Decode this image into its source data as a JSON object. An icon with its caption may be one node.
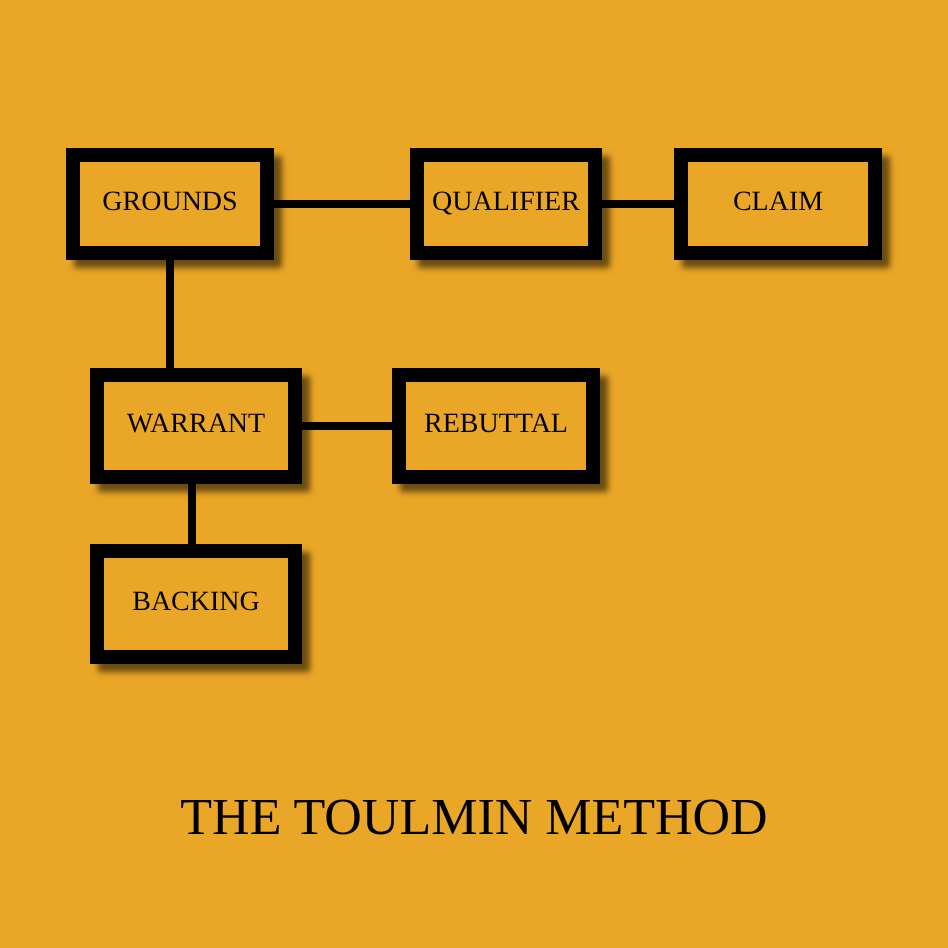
{
  "diagram": {
    "title": "THE TOULMIN METHOD",
    "nodes": [
      {
        "text": [
          "GROUNDS"
        ]
      },
      {
        "text": [
          "QUALIFIER"
        ]
      },
      {
        "text": [
          "CLAIM"
        ]
      },
      {
        "text": [
          "WARRANT"
        ]
      },
      {
        "text": [
          "REBUTTAL"
        ]
      },
      {
        "text": [
          "BACKING"
        ]
      }
    ],
    "edges": [
      {
        "from": 0,
        "to": 1,
        "arrow": "none"
      },
      {
        "from": 1,
        "to": 2,
        "arrow": "none"
      },
      {
        "from": 0,
        "to": 3,
        "arrow": "none"
      },
      {
        "from": 3,
        "to": 4,
        "arrow": "none"
      },
      {
        "from": 3,
        "to": 5,
        "arrow": "none"
      }
    ]
  }
}
